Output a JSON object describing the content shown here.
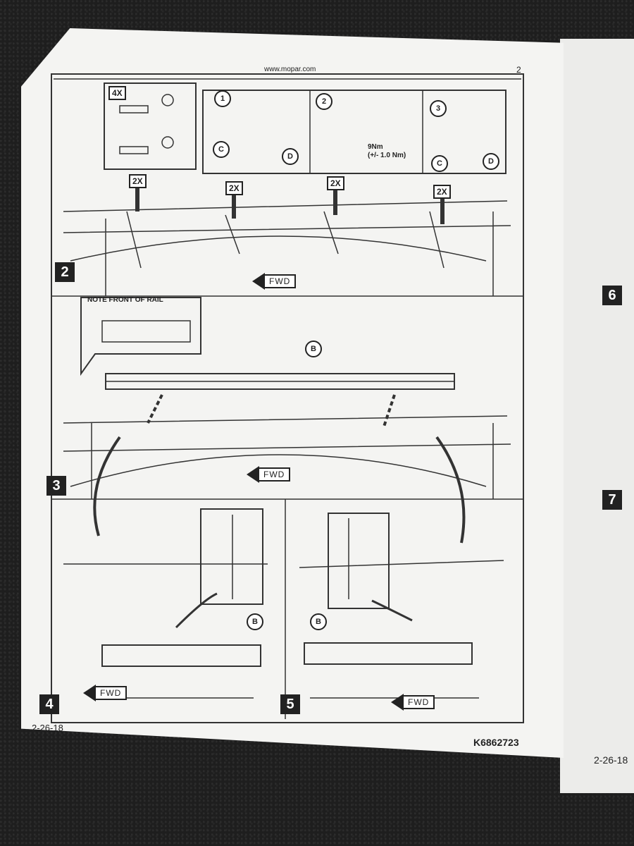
{
  "header": {
    "url": "www.mopar.com",
    "page": "2"
  },
  "footer": {
    "date": "2-26-18",
    "part_number": "K6862723",
    "right_date": "2-26-18"
  },
  "steps": {
    "s2": "2",
    "s3": "3",
    "s4": "4",
    "s5": "5",
    "s6": "6",
    "s7": "7"
  },
  "callouts": {
    "qty_4x": "4X",
    "qty_2x_a": "2X",
    "qty_2x_b": "2X",
    "qty_2x_c": "2X",
    "qty_2x_d": "2X",
    "sub1": "1",
    "sub2": "2",
    "sub3": "3",
    "c1": "C",
    "d1": "D",
    "c3": "C",
    "d3": "D",
    "torque_value": "9Nm",
    "torque_tol": "(+/- 1.0 Nm)",
    "note_front": "NOTE FRONT OF RAIL",
    "b_main": "B",
    "b_step4": "B",
    "b_step5": "B"
  },
  "directions": {
    "fwd2": "FWD",
    "fwd3": "FWD",
    "fwd4": "FWD",
    "fwd5": "FWD"
  }
}
